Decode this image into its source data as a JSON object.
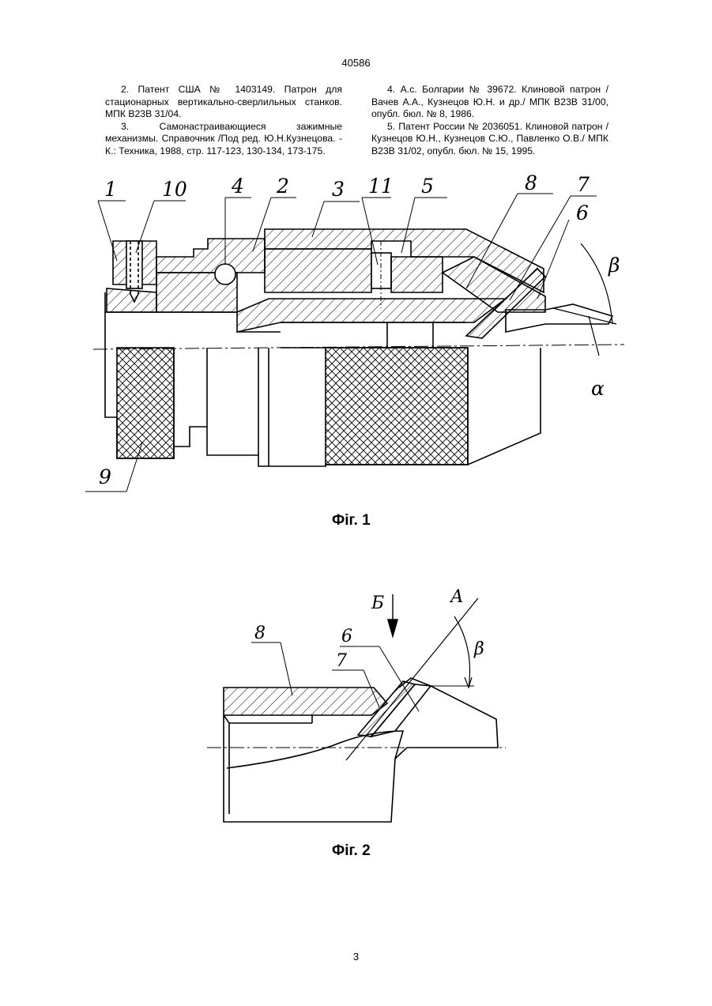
{
  "header": {
    "document_number": "40586"
  },
  "references": {
    "left": [
      "2. Патент США № 1403149. Патрон для стационарных вертикально-сверлильных станков. МПК B23B 31/04.",
      "3. Самонастраивающиеся зажимные механизмы. Справочник /Под ред. Ю.Н.Кузнецова. - К.: Техника, 1988, стр. 117-123, 130-134, 173-175."
    ],
    "right": [
      "4. А.с. Болгарии № 39672. Клиновой патрон /Вачев А.А., Кузнецов Ю.Н. и др./ МПК B23B 31/00, опубл. бюл. № 8, 1986.",
      "5. Патент России № 2036051. Клиновой патрон / Кузнецов Ю.Н., Кузнецов С.Ю., Павленко О.В./ МПК B23B 31/02, опубл. бюл. № 15, 1995."
    ]
  },
  "figure1": {
    "caption": "Фіг. 1",
    "labels": {
      "l1": "1",
      "l10": "10",
      "l4": "4",
      "l2": "2",
      "l3": "3",
      "l11": "11",
      "l5": "5",
      "l8": "8",
      "l7": "7",
      "l6": "6",
      "l9": "9",
      "beta": "β",
      "alpha": "α"
    }
  },
  "figure2": {
    "caption": "Фіг. 2",
    "labels": {
      "b": "Б",
      "a": "А",
      "l8": "8",
      "l6": "6",
      "l7": "7",
      "beta": "β"
    }
  },
  "footer": {
    "page_number": "3"
  }
}
